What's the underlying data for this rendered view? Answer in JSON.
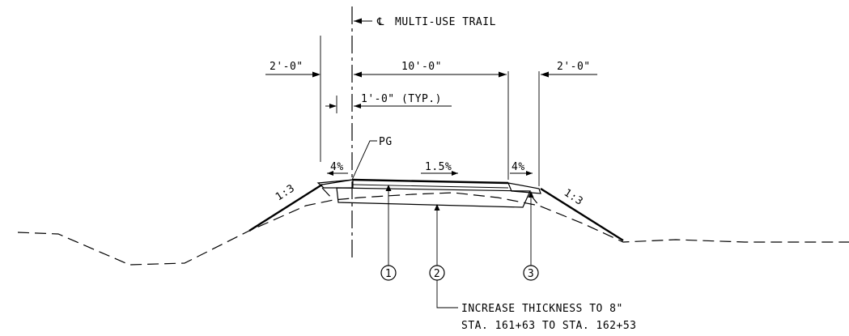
{
  "centerline_label": "MULTI-USE TRAIL",
  "centerline_symbol": "℄",
  "dims": {
    "left_shoulder": "2'-0\"",
    "trail_width": "10'-0\"",
    "right_shoulder": "2'-0\"",
    "offset": "1'-0\" (TYP.)"
  },
  "slopes": {
    "left_shoulder": "4%",
    "trail": "1.5%",
    "right_shoulder": "4%",
    "left_side": "1:3",
    "right_side": "1:3"
  },
  "pg_label": "PG",
  "callouts": [
    "1",
    "2",
    "3"
  ],
  "note": {
    "line1": "INCREASE THICKNESS TO 8\"",
    "line2": "STA. 161+63 TO STA. 162+53"
  }
}
